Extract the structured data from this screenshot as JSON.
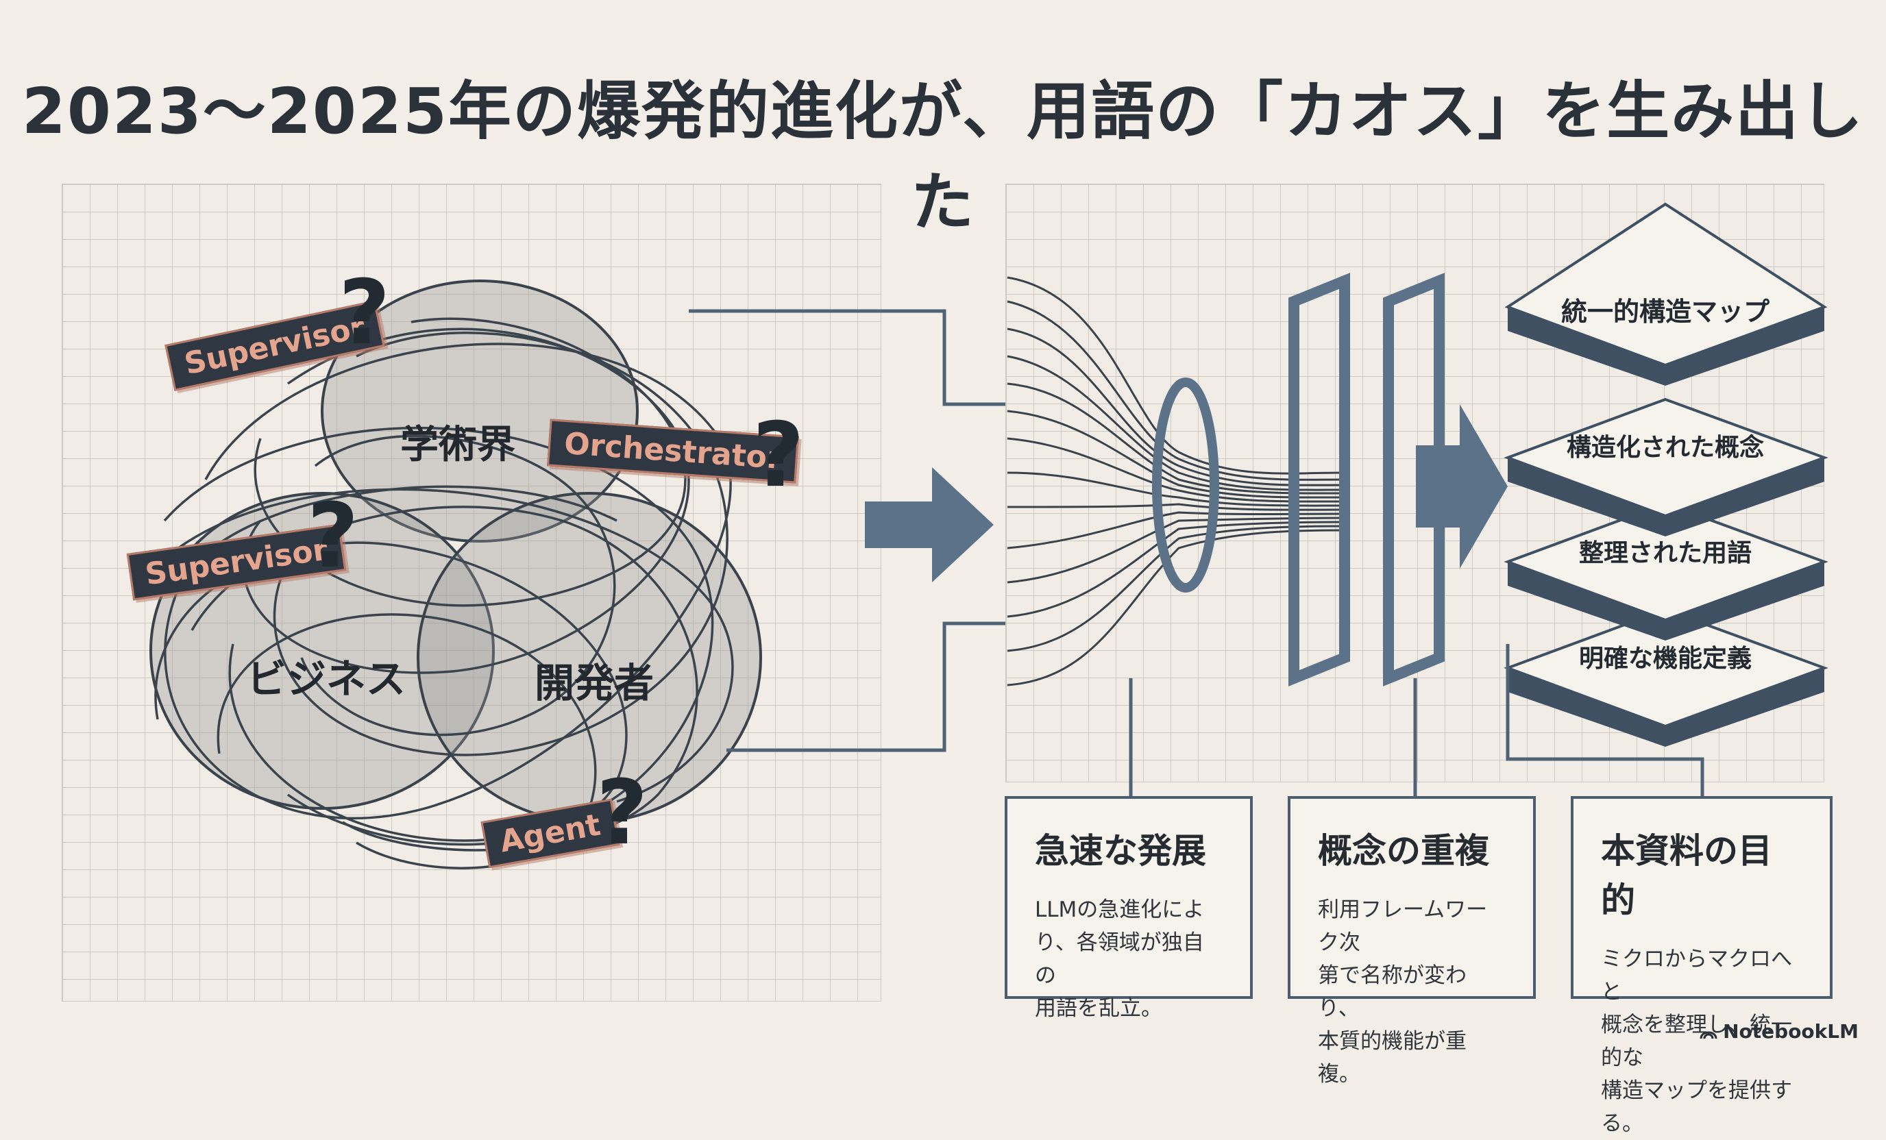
{
  "title": "2023〜2025年の爆発的進化が、用語の「カオス」を生み出した",
  "chaos": {
    "domains": [
      "学術界",
      "ビジネス",
      "開発者"
    ],
    "tags": [
      "Supervisor",
      "Orchestrator",
      "Supervisor",
      "Agent"
    ],
    "question_mark": "?"
  },
  "layers": [
    "統一的構造マップ",
    "構造化された概念",
    "整理された用語",
    "明確な機能定義"
  ],
  "boxes": [
    {
      "title": "急速な発展",
      "text": [
        "LLMの急進化によ",
        "り、各領域が独自の",
        "用語を乱立。"
      ]
    },
    {
      "title": "概念の重複",
      "text": [
        "利用フレームワーク次",
        "第で名称が変わり、",
        "本質的機能が重複。"
      ]
    },
    {
      "title": "本資料の目的",
      "text": [
        "ミクロからマクロへと",
        "概念を整理し、統一的な",
        "構造マップを提供する。"
      ]
    }
  ],
  "brand": "NotebookLM",
  "colors": {
    "accent": "#5c7289",
    "tag_bg": "#2f3842",
    "tag_text": "#e5a48e",
    "line": "#4c5d70"
  }
}
